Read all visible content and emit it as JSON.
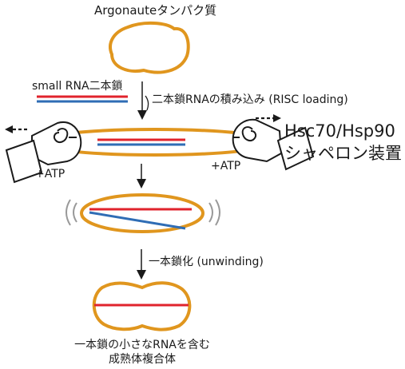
{
  "labels": {
    "title": "Argonauteタンパク質",
    "duplex": "small RNA二本鎖",
    "loading": "二本鎖RNAの積み込み (RISC loading)",
    "atp_left": "+ATP",
    "atp_right": "+ATP",
    "chaperone_line1": "Hsc70/Hsp90",
    "chaperone_line2": "シャペロン装置",
    "unwinding": "一本鎖化 (unwinding)",
    "result_line1": "一本鎖の小さなRNAを含む",
    "result_line2": "成熟体複合体"
  },
  "colors": {
    "argonaute": "#E0961E",
    "guide_strand": "#E0232C",
    "passenger_strand": "#2F6DB5",
    "arrow": "#1a1a1a"
  },
  "icons": {
    "hand_left": "fist-pulling-left-icon",
    "hand_right": "fist-pulling-right-icon"
  }
}
